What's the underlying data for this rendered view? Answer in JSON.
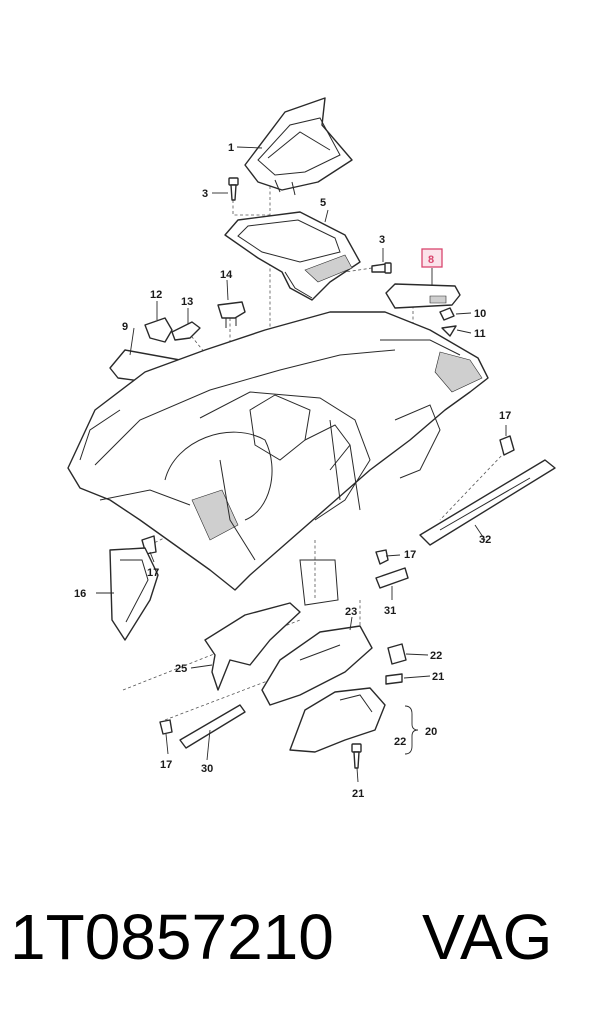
{
  "callouts": {
    "c1": "1",
    "c3a": "3",
    "c3b": "3",
    "c5": "5",
    "c8": "8",
    "c9": "9",
    "c10": "10",
    "c11": "11",
    "c12": "12",
    "c13": "13",
    "c14": "14",
    "c16": "16",
    "c17a": "17",
    "c17b": "17",
    "c17c": "17",
    "c17d": "17",
    "c20": "20",
    "c21a": "21",
    "c21b": "21",
    "c22a": "22",
    "c22b": "22",
    "c23": "23",
    "c25": "25",
    "c30": "30",
    "c31": "31",
    "c32": "32"
  },
  "highlight_color": "#d9466e",
  "caption": {
    "part_number": "1T0857210",
    "brand": "VAG"
  }
}
